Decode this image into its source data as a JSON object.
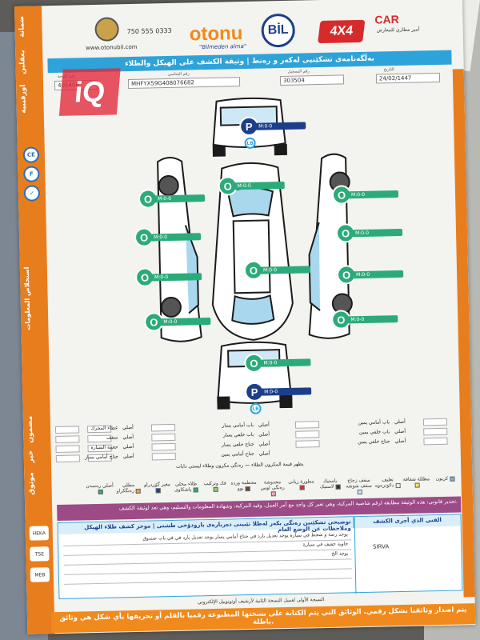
{
  "header": {
    "phone": "750 555 0333",
    "website": "www.otonubil.com",
    "brand_name": "otonu",
    "brand_bil": "BİL",
    "slogan": "\"Bilmeden alma\"",
    "badge": "4X4",
    "car_text": "CAR",
    "car_sub": "أمير مطاري للمعارض"
  },
  "title": "بەڵگەنامەی تشکێنیی لەکەر و رەنط | وثيقة الكشف على الهيكل والطلاء",
  "info": {
    "vin_label": "رقم الشاسي",
    "vin": "MHFYX59G408076682",
    "record_label": "رقم التسجيل",
    "record": "303504",
    "date_label": "التاريخ",
    "date": "24/02/1447",
    "plate_label": "رقم اللوحة",
    "plate": "405408"
  },
  "watermark": "iQ",
  "marks": {
    "value_text": "M:0-0",
    "o": "O",
    "p": "P",
    "lb": "LB"
  },
  "side_strip": {
    "top_label": "ضمانة",
    "label2": "بعقلين",
    "label3": "اورقيبية",
    "bottom_label": "استخلاص المعلومات",
    "guarantee": "مضمون",
    "good": "خير",
    "trusted": "موثوق",
    "ce": "CE",
    "icon_labels": [
      "CE",
      "F",
      "HEKA",
      "TSE",
      "MEB"
    ]
  },
  "parts": {
    "rows": [
      {
        "c1_label": "غطاء المحرك",
        "c1_val": "أصلي",
        "c2_label": "باب أمامي يسار",
        "c2_val": "أصلي",
        "c3_label": "باب أمامي يمين",
        "c3_val": "أصلي"
      },
      {
        "c1_label": "سقف",
        "c1_val": "أصلي",
        "c2_label": "باب خلفي يسار",
        "c2_val": "أصلي",
        "c3_label": "باب خلفي يمين",
        "c3_val": "أصلي"
      },
      {
        "c1_label": "حقيبة السيارة",
        "c1_val": "أصلي",
        "c2_label": "جناح خلفي يسار",
        "c2_val": "أصلي",
        "c3_label": "جناح خلفي يمين",
        "c3_val": "أصلي"
      },
      {
        "c1_label": "جناح أمامي يسار",
        "c1_val": "أصلي",
        "c2_label": "جناح أمامي يمين",
        "c2_val": "أصلي",
        "c3_label": "",
        "c3_val": ""
      }
    ],
    "note": "يظهر قيمة المكرون الطلاء — رەنگی مکرون وطلاء لیستی دابات"
  },
  "legend": [
    {
      "label": "كربون",
      "color": "#6fb8e0"
    },
    {
      "label": "مظللة شفافة",
      "color": "#f7e36a"
    },
    {
      "label": "تغليف دائوترەوە",
      "color": "#f2f2f2"
    },
    {
      "label": "سقف زجاج سقف شوشە",
      "color": "#cfe8f5"
    },
    {
      "label": "باستيك لاستیک",
      "color": "#333333"
    },
    {
      "label": "مطورة زیانی",
      "color": "#d72b2b"
    },
    {
      "label": "مخدوشة رەنگی لوس",
      "color": "#f4a7b9"
    },
    {
      "label": "محطمة وردە بوو",
      "color": "#7b3f2a"
    },
    {
      "label": "فك وتركيب",
      "color": "#8fc97f"
    },
    {
      "label": "طلاء محلي پاشکاوی",
      "color": "#2cab7a"
    },
    {
      "label": "مغير گۆڕدراو",
      "color": "#1d3f8a"
    },
    {
      "label": "مطلي رەنگکراو",
      "color": "#e8a43c"
    },
    {
      "label": "أصلي رەسەن",
      "color": "#2cab7a"
    }
  ],
  "warning": "تحذير قانوني: هذه الوثيقة مطابقة لرقم شاصية المركبة، وهي تعبر كل واجد مع أمر العمل، وقيد المركبة، وشهادة المعلومات والتسليم، وهي تعد لوثيقة الكشف.",
  "notes": {
    "header_left": "توضيحی تشکێنین رەنگی بکەر لەطلا تێبینی دەربارەی بارودۆخی طشتی | موجز كشف طلاء الهيكل وملاحظات عن الوضع العام",
    "header_right": "الفني الذي أجرى الكشف",
    "lines": [
      "يوجد رضة و شخط في سيارة        يوجد تعديل بارد في جناح أمامي يسار        يوجد تعديل بارد في في باب صندوق",
      "حاوية خفيف في سيارة",
      "يوجد الخ",
      "",
      ""
    ],
    "technician": "SIRVA"
  },
  "footer_small": "النسخة الأولى لعميل النسخة الثانية لأرشيف أوتونوبيل الإلكتروني",
  "footer": "يتم اصدار وثائقنا بشكل رقمي. الوثائق التي يتم الكتابة على نسختها المطبوعة رقميا بالقلم أو تحريفها بأي شكل هي وثائق باطلة."
}
